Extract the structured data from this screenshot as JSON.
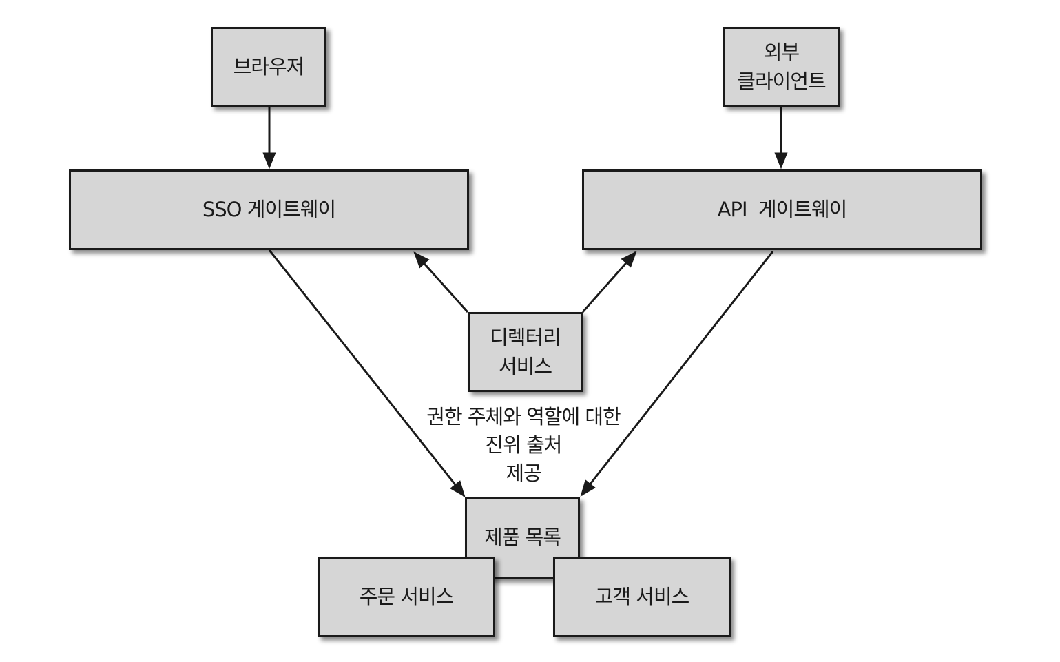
{
  "diagram": {
    "nodes": {
      "browser": {
        "label": "브라우저"
      },
      "external_client": {
        "label": "외부\n클라이언트"
      },
      "sso_gateway": {
        "label": "SSO 게이트웨이"
      },
      "api_gateway": {
        "label": "API  게이트웨이"
      },
      "directory_service": {
        "label": "디렉터리\n서비스"
      },
      "product_catalog": {
        "label": "제품 목록"
      },
      "order_service": {
        "label": "주문 서비스"
      },
      "customer_service": {
        "label": "고객 서비스"
      }
    },
    "annotation": {
      "text": "권한 주체와 역할에 대한\n진위 출처\n제공"
    },
    "edges": [
      {
        "from": "browser",
        "to": "sso_gateway"
      },
      {
        "from": "external_client",
        "to": "api_gateway"
      },
      {
        "from": "directory_service",
        "to": "sso_gateway"
      },
      {
        "from": "directory_service",
        "to": "api_gateway"
      },
      {
        "from": "sso_gateway",
        "to": "product_catalog"
      },
      {
        "from": "api_gateway",
        "to": "product_catalog"
      }
    ]
  },
  "colors": {
    "box_fill": "#d6d6d6",
    "stroke": "#1a1a1a"
  }
}
